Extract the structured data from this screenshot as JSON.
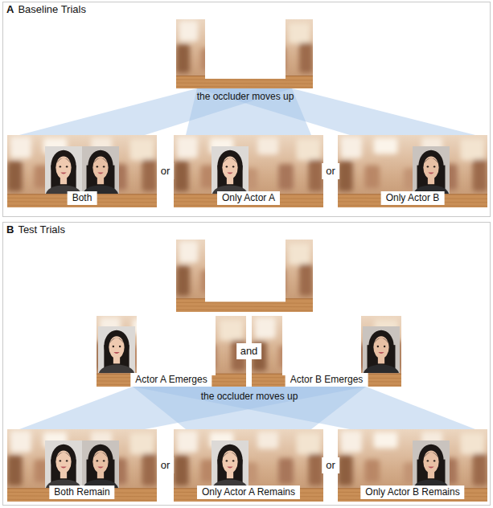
{
  "diagram": {
    "nodes": [
      {
        "text": [
          "A",
          "Baseline Trials"
        ]
      },
      {
        "text": [
          "Both"
        ],
        "in": 0
      },
      {
        "text": [
          "Only Actor A"
        ],
        "in": 0
      },
      {
        "text": [
          "Only Actor B"
        ],
        "in": 0
      },
      {
        "text": [
          "B",
          "Test Trials"
        ]
      },
      {
        "text": [
          "Actor A Emerges"
        ],
        "in": 4
      },
      {
        "text": [
          "Actor B Emerges"
        ],
        "in": 4
      },
      {
        "text": [
          "Both Remain"
        ],
        "in": 4
      },
      {
        "text": [
          "Only Actor A Remains"
        ],
        "in": 4
      },
      {
        "text": [
          "Only Actor B Remains"
        ],
        "in": 4
      }
    ],
    "labels": [
      "or",
      "or",
      "the occluder moves up",
      "and",
      "the occluder moves up",
      "or",
      "or"
    ]
  }
}
